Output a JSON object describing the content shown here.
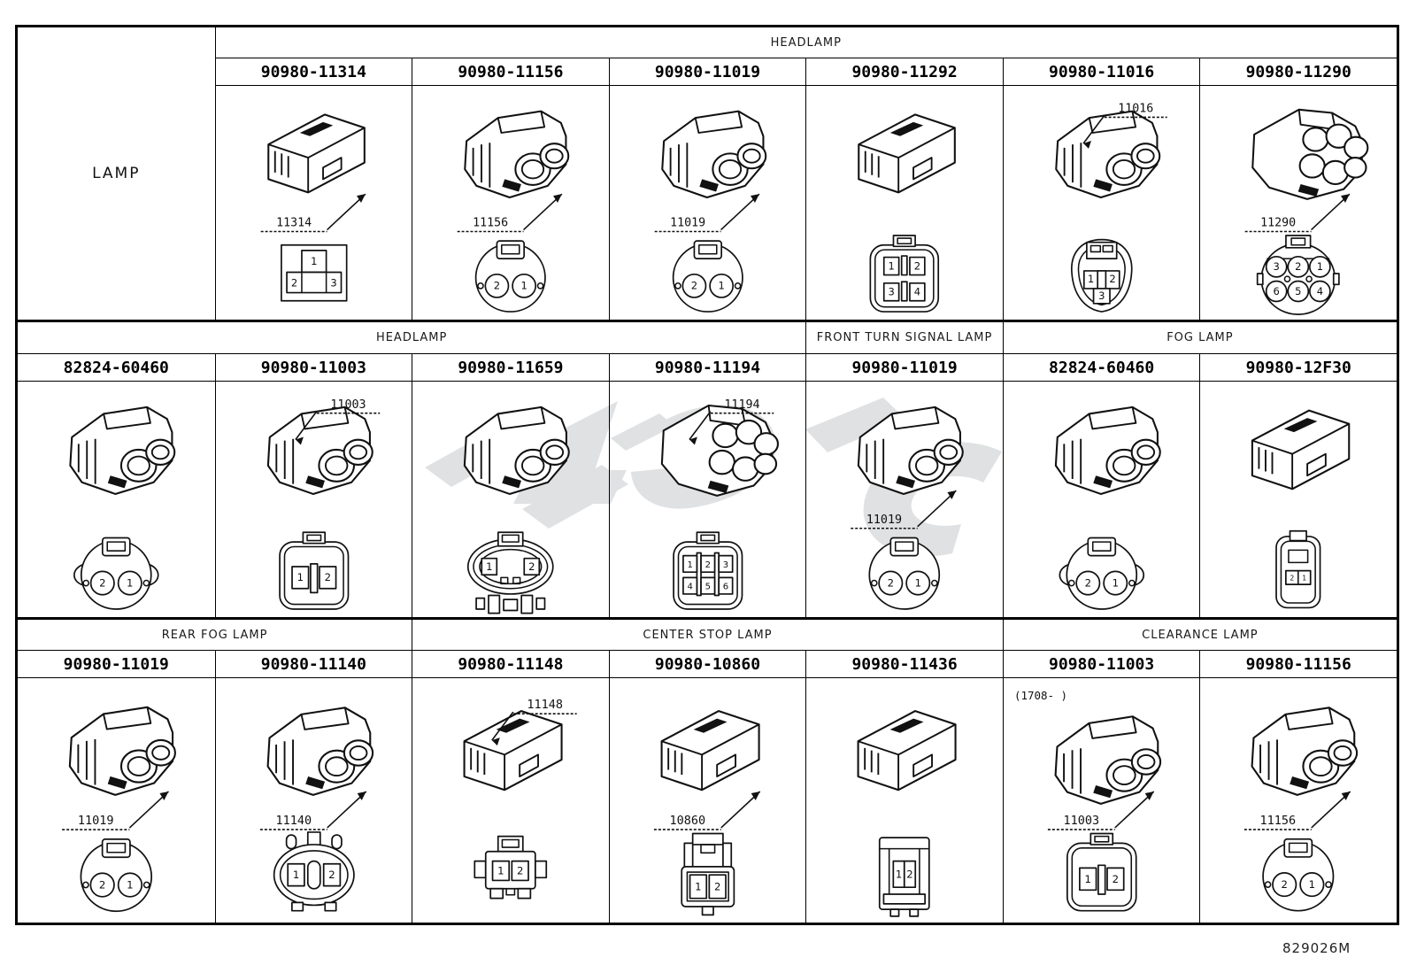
{
  "meta": {
    "doc_code": "829026M"
  },
  "row_label": "LAMP",
  "line_color": "#111111",
  "watermark_color": "#c6cacd",
  "sections": [
    {
      "headers": [
        {
          "label": "HEADLAMP",
          "span": 6
        }
      ],
      "has_row_label": true,
      "cells": [
        {
          "part_number": "90980-11314",
          "callout": "11314",
          "callout_pos": "mid",
          "drawing": "box",
          "front": {
            "shape": "rect3",
            "pins": [
              [
                "1"
              ],
              [
                "2",
                "3"
              ]
            ]
          }
        },
        {
          "part_number": "90980-11156",
          "callout": "11156",
          "callout_pos": "mid",
          "drawing": "round-2",
          "front": {
            "shape": "circle",
            "pins": [
              [
                "2",
                "1"
              ]
            ]
          }
        },
        {
          "part_number": "90980-11019",
          "callout": "11019",
          "callout_pos": "mid",
          "drawing": "round-2",
          "front": {
            "shape": "circle",
            "pins": [
              [
                "2",
                "1"
              ]
            ]
          }
        },
        {
          "part_number": "90980-11292",
          "callout": null,
          "callout_pos": null,
          "drawing": "box",
          "front": {
            "shape": "grid",
            "pins": [
              [
                "1",
                "2"
              ],
              [
                "3",
                "4"
              ]
            ]
          }
        },
        {
          "part_number": "90980-11016",
          "callout": "11016",
          "callout_pos": "top",
          "drawing": "round-2",
          "front": {
            "shape": "shield",
            "pins": [
              [
                "1",
                "2"
              ],
              [
                "3"
              ]
            ]
          }
        },
        {
          "part_number": "90980-11290",
          "callout": "11290",
          "callout_pos": "mid",
          "drawing": "round-6",
          "front": {
            "shape": "circle6",
            "pins": [
              [
                "3",
                "2",
                "1"
              ],
              [
                "6",
                "5",
                "4"
              ]
            ]
          }
        }
      ]
    },
    {
      "headers": [
        {
          "label": "HEADLAMP",
          "span": 4
        },
        {
          "label": "FRONT TURN SIGNAL LAMP",
          "span": 1
        },
        {
          "label": "FOG LAMP",
          "span": 2
        }
      ],
      "has_row_label": false,
      "cells": [
        {
          "part_number": "82824-60460",
          "callout": null,
          "callout_pos": null,
          "drawing": "round-2",
          "front": {
            "shape": "lemon",
            "pins": [
              [
                "2",
                "1"
              ]
            ]
          }
        },
        {
          "part_number": "90980-11003",
          "callout": "11003",
          "callout_pos": "top",
          "drawing": "round-2",
          "front": {
            "shape": "grid",
            "pins": [
              [
                "1",
                "2"
              ]
            ]
          }
        },
        {
          "part_number": "90980-11659",
          "callout": null,
          "callout_pos": null,
          "drawing": "round-2",
          "front": {
            "shape": "oval",
            "pins": [
              [
                "1",
                "2"
              ]
            ]
          }
        },
        {
          "part_number": "90980-11194",
          "callout": "11194",
          "callout_pos": "top",
          "drawing": "round-6",
          "front": {
            "shape": "grid",
            "pins": [
              [
                "1",
                "2",
                "3"
              ],
              [
                "4",
                "5",
                "6"
              ]
            ]
          }
        },
        {
          "part_number": "90980-11019",
          "callout": "11019",
          "callout_pos": "mid",
          "drawing": "round-2",
          "front": {
            "shape": "circle",
            "pins": [
              [
                "2",
                "1"
              ]
            ]
          }
        },
        {
          "part_number": "82824-60460",
          "callout": null,
          "callout_pos": null,
          "drawing": "round-2",
          "front": {
            "shape": "lemon",
            "pins": [
              [
                "2",
                "1"
              ]
            ]
          }
        },
        {
          "part_number": "90980-12F30",
          "callout": null,
          "callout_pos": null,
          "drawing": "box",
          "front": {
            "shape": "mini",
            "pins": [
              [
                "2",
                "1"
              ]
            ]
          }
        }
      ]
    },
    {
      "headers": [
        {
          "label": "REAR FOG LAMP",
          "span": 2
        },
        {
          "label": "CENTER STOP LAMP",
          "span": 3
        },
        {
          "label": "CLEARANCE LAMP",
          "span": 2
        }
      ],
      "has_row_label": false,
      "cells": [
        {
          "part_number": "90980-11019",
          "callout": "11019",
          "callout_pos": "mid",
          "drawing": "round-2",
          "front": {
            "shape": "circle",
            "pins": [
              [
                "2",
                "1"
              ]
            ]
          }
        },
        {
          "part_number": "90980-11140",
          "callout": "11140",
          "callout_pos": "mid",
          "drawing": "round-2",
          "front": {
            "shape": "ovalp",
            "pins": [
              [
                "1",
                "2"
              ]
            ]
          }
        },
        {
          "part_number": "90980-11148",
          "callout": "11148",
          "callout_pos": "top",
          "drawing": "box",
          "front": {
            "shape": "wings",
            "pins": [
              [
                "1",
                "2"
              ]
            ]
          }
        },
        {
          "part_number": "90980-10860",
          "callout": "10860",
          "callout_pos": "mid",
          "drawing": "box",
          "front": {
            "shape": "tall",
            "pins": [
              [
                "1",
                "2"
              ]
            ]
          }
        },
        {
          "part_number": "90980-11436",
          "callout": null,
          "callout_pos": null,
          "drawing": "box",
          "front": {
            "shape": "tray",
            "pins": [
              [
                "1",
                "2"
              ]
            ]
          }
        },
        {
          "part_number": "90980-11003",
          "callout": "11003",
          "callout_pos": "mid",
          "note": "(1708-        )",
          "drawing": "round-2",
          "front": {
            "shape": "grid",
            "pins": [
              [
                "1",
                "2"
              ]
            ]
          }
        },
        {
          "part_number": "90980-11156",
          "callout": "11156",
          "callout_pos": "mid",
          "drawing": "round-2",
          "front": {
            "shape": "circle",
            "pins": [
              [
                "2",
                "1"
              ]
            ]
          }
        }
      ]
    }
  ]
}
